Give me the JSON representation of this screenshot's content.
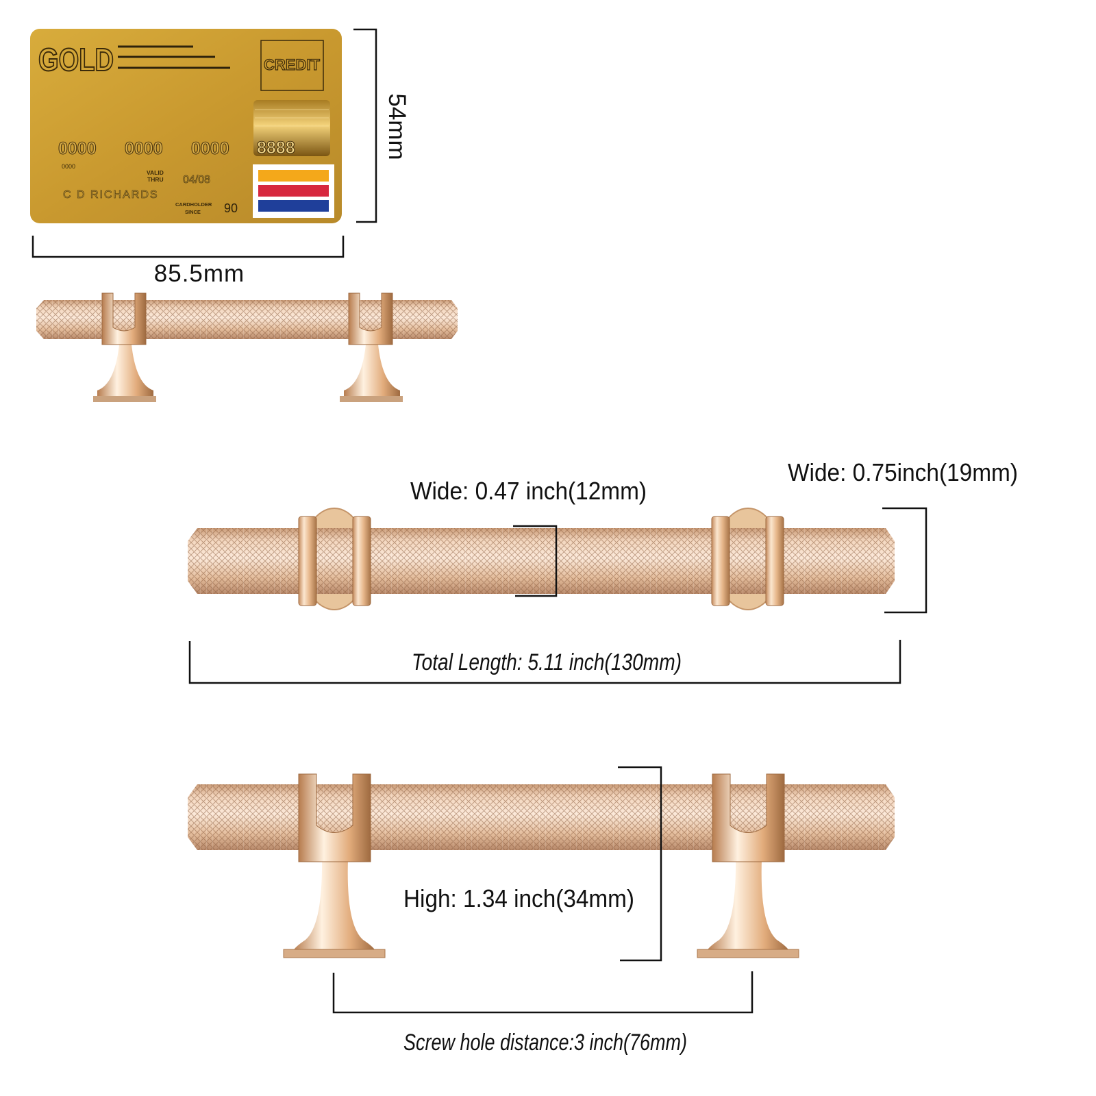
{
  "card": {
    "brand": "GOLD",
    "badge": "CREDIT",
    "number_groups": [
      "0000",
      "0000",
      "0000",
      "8888"
    ],
    "sub_number": "0000",
    "valid_label_1": "VALID",
    "valid_label_2": "THRU",
    "expiry": "04/08",
    "holder": "C D RICHARDS",
    "since_label_1": "CARDHOLDER",
    "since_label_2": "SINCE",
    "since_year": "90",
    "stripe_colors": [
      "#f4a81a",
      "#d7283f",
      "#1f3f9a"
    ],
    "gold_color": "#c9992f"
  },
  "dimensions": {
    "card_height": "54mm",
    "card_width": "85.5mm",
    "bar_width": "Wide: 0.47 inch(12mm)",
    "end_width": "Wide: 0.75inch(19mm)",
    "total_length": "Total Length: 5.11 inch(130mm)",
    "height": "High: 1.34 inch(34mm)",
    "screw_distance": "Screw hole distance:3 inch(76mm)"
  },
  "colors": {
    "metal_light": "#f7e0cc",
    "metal_mid": "#e3bd9b",
    "metal_dark": "#b98a66",
    "line": "#111111"
  }
}
